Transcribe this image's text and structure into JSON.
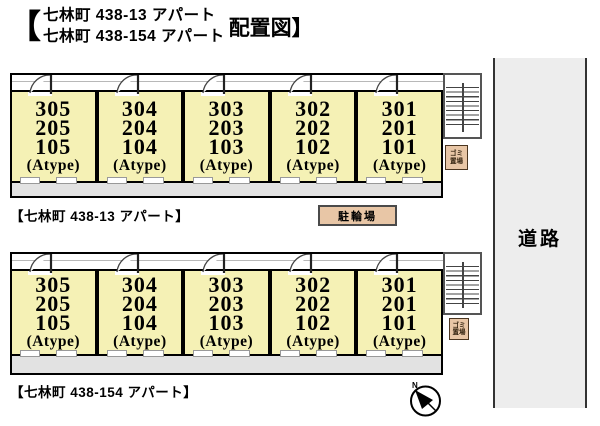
{
  "title": {
    "bracket": "【",
    "line1": "七林町 438-13 アパート",
    "line2": "七林町 438-154 アパート",
    "suffix": "配置図】"
  },
  "buildings": [
    {
      "name": "【七林町 438-13 アパート】",
      "units": [
        {
          "r1": "305",
          "r2": "205",
          "r3": "105",
          "type": "(Atype)"
        },
        {
          "r1": "304",
          "r2": "204",
          "r3": "104",
          "type": "(Atype)"
        },
        {
          "r1": "303",
          "r2": "203",
          "r3": "103",
          "type": "(Atype)"
        },
        {
          "r1": "302",
          "r2": "202",
          "r3": "102",
          "type": "(Atype)"
        },
        {
          "r1": "301",
          "r2": "201",
          "r3": "101",
          "type": "(Atype)"
        }
      ],
      "trash": {
        "l1": "ゴミ",
        "l2": "置場"
      }
    },
    {
      "name": "【七林町 438-154 アパート】",
      "units": [
        {
          "r1": "305",
          "r2": "205",
          "r3": "105",
          "type": "(Atype)"
        },
        {
          "r1": "304",
          "r2": "204",
          "r3": "104",
          "type": "(Atype)"
        },
        {
          "r1": "303",
          "r2": "203",
          "r3": "103",
          "type": "(Atype)"
        },
        {
          "r1": "302",
          "r2": "202",
          "r3": "102",
          "type": "(Atype)"
        },
        {
          "r1": "301",
          "r2": "201",
          "r3": "101",
          "type": "(Atype)"
        }
      ],
      "trash": {
        "l1": "ゴミ",
        "l2": "置場"
      }
    }
  ],
  "bike_parking": "駐輪場",
  "road": "道路",
  "compass_north": "N",
  "colors": {
    "unit_fill": "#f5f1b5",
    "balcony_fill": "#e2e2e2",
    "road_fill": "#ededed",
    "tan_fill": "#e8c6a6"
  }
}
